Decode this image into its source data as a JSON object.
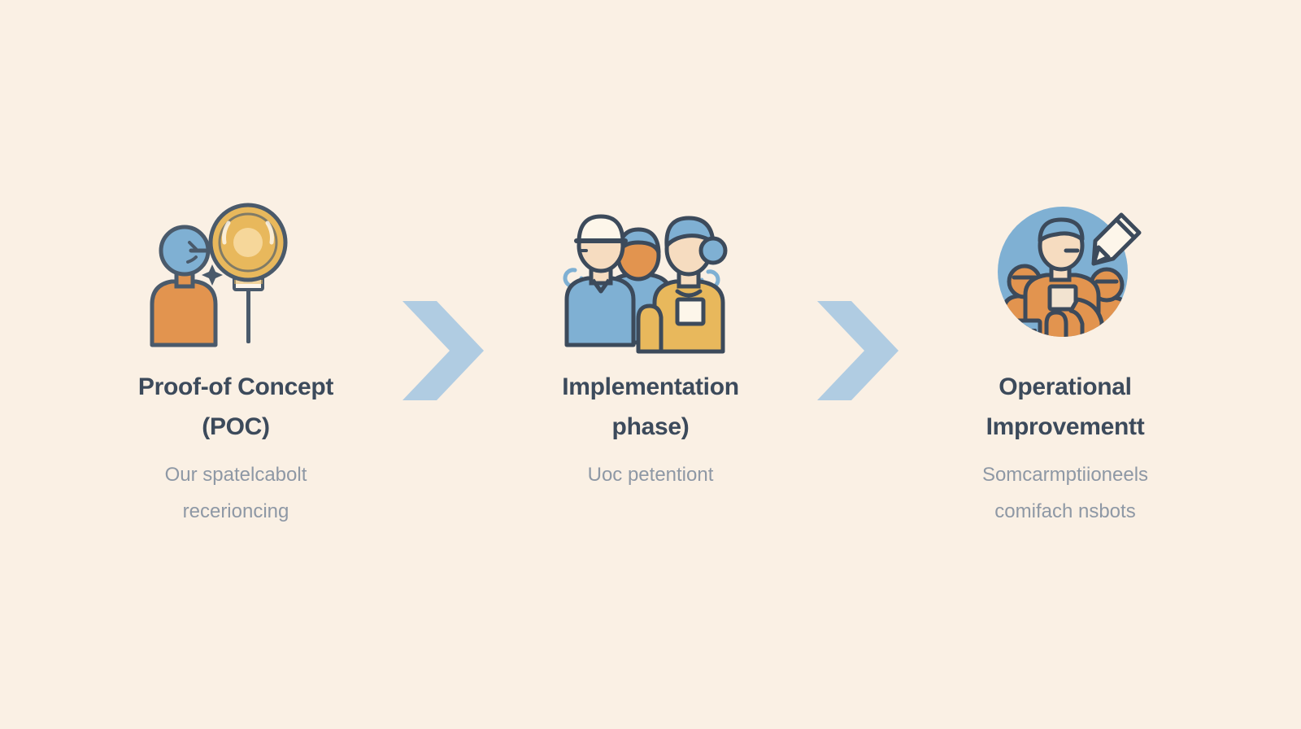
{
  "page": {
    "background_color": "#faf0e4",
    "title_color": "#3c4a5b",
    "subtitle_color": "#8e98a5",
    "arrow_color": "#b0cce2",
    "accent_blue": "#7fb0d3",
    "accent_orange": "#e2944f",
    "accent_gold": "#e8b85c",
    "outline": "#3c4a5b"
  },
  "steps": [
    {
      "id": "proof-of-concept",
      "icon_name": "person-with-lightbulb-icon",
      "title_line1": "Proof-of Concept",
      "title_line2": "(POC)",
      "subtitle_line1": "Our spatelcabolt",
      "subtitle_line2": "recerioncing"
    },
    {
      "id": "implementation-phase",
      "icon_name": "team-group-icon",
      "title_line1": "Implementation",
      "title_line2": "phase)",
      "subtitle_line1": "Uoc petentiont",
      "subtitle_line2": ""
    },
    {
      "id": "operational-improvement",
      "icon_name": "team-circle-pencil-icon",
      "title_line1": "Operational",
      "title_line2": "Improvementt",
      "subtitle_line1": "Somcarmptiioneels",
      "subtitle_line2": "comifach nsbots"
    }
  ],
  "arrows": [
    {
      "id": "arrow-1",
      "icon_name": "chevron-right-icon"
    },
    {
      "id": "arrow-2",
      "icon_name": "chevron-right-icon"
    }
  ]
}
